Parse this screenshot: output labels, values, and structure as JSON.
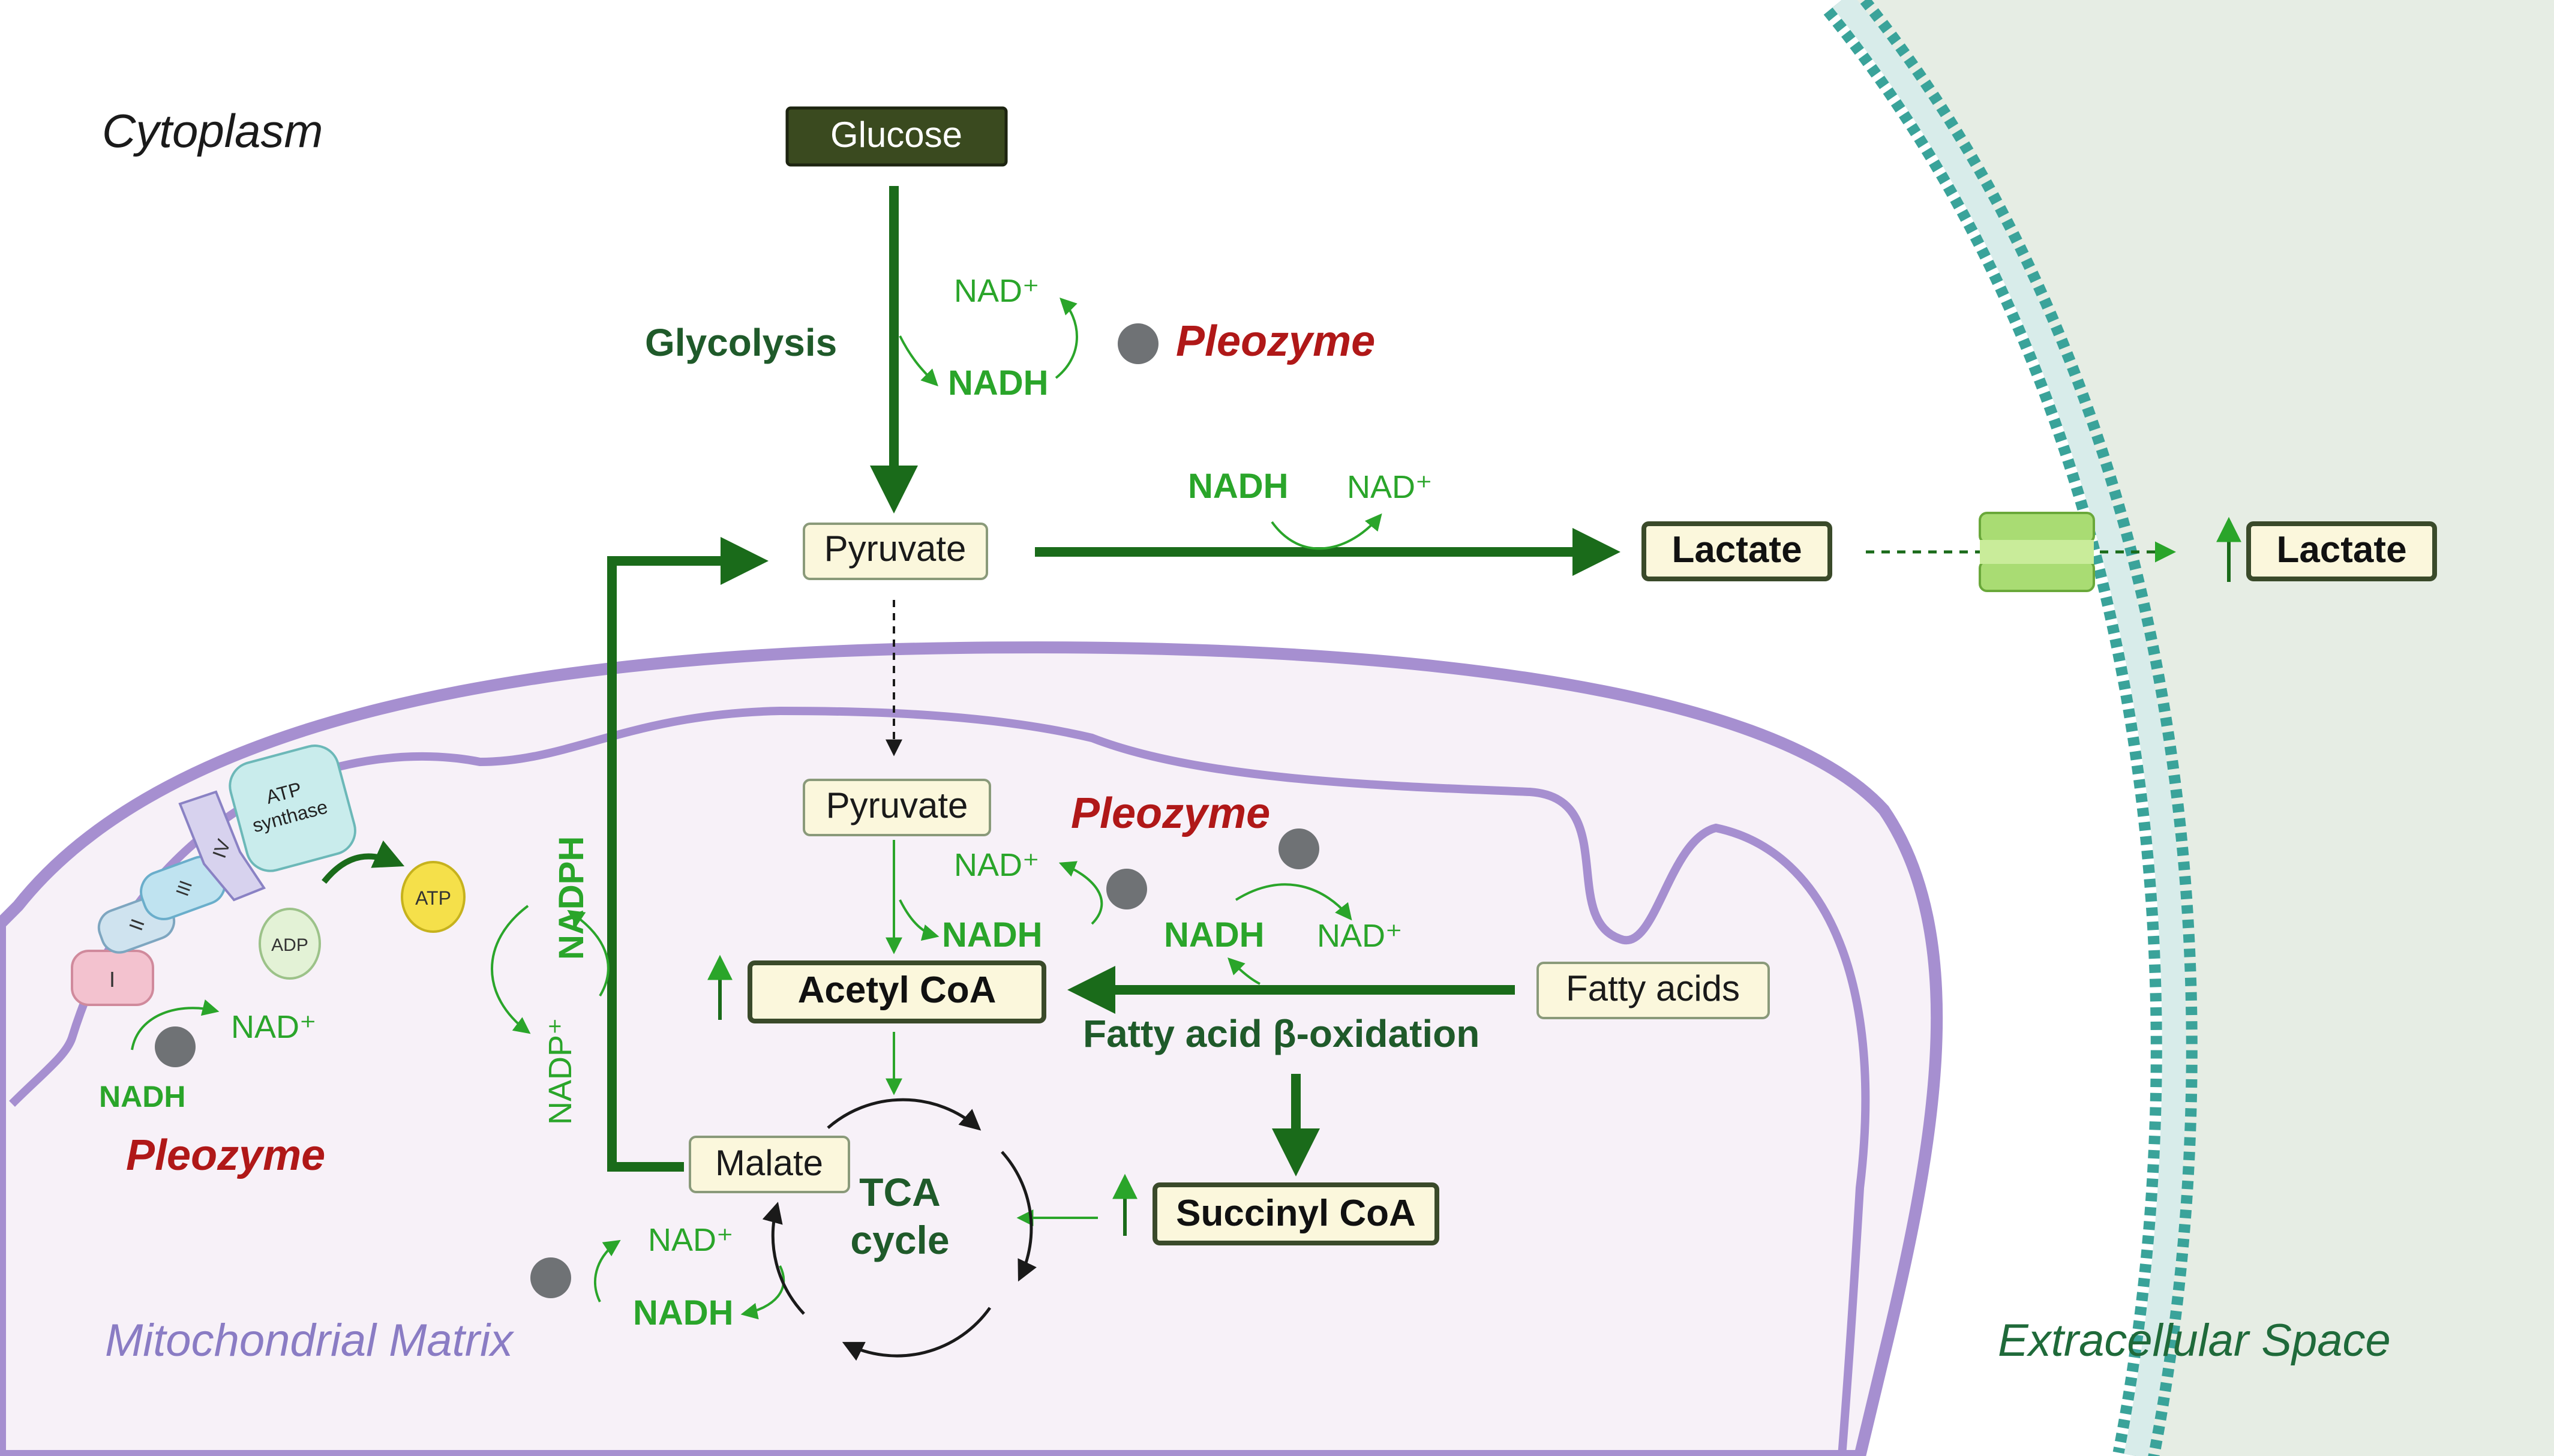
{
  "regions": {
    "cytoplasm": "Cytoplasm",
    "matrix": "Mitochondrial Matrix",
    "extracellular": "Extracellular Space"
  },
  "molecules": {
    "glucose": "Glucose",
    "pyruvate_cyto": "Pyruvate",
    "lactate_in": "Lactate",
    "lactate_out": "Lactate",
    "pyruvate_mito": "Pyruvate",
    "acetyl_coa": "Acetyl CoA",
    "fatty_acids": "Fatty acids",
    "malate": "Malate",
    "succinyl_coa": "Succinyl CoA"
  },
  "processes": {
    "glycolysis": "Glycolysis",
    "fao": "Fatty acid β-oxidation",
    "tca_line1": "TCA",
    "tca_line2": "cycle"
  },
  "pleozyme": {
    "top": "Pleozyme",
    "mito": "Pleozyme",
    "etc": "Pleozyme"
  },
  "cofactors": {
    "nad_plus": "NAD⁺",
    "nadh": "NADH",
    "nadp_plus": "NADP⁺",
    "nadph": "NADPH"
  },
  "etc": {
    "complex_1": "I",
    "complex_2": "II",
    "complex_3": "III",
    "complex_4": "IV",
    "atp_synthase_1": "ATP",
    "atp_synthase_2": "synthase",
    "adp": "ADP",
    "atp": "ATP"
  },
  "colors": {
    "dark_green": "#1a6b1a",
    "light_green": "#2aa52a",
    "pleozyme_red": "#b01818",
    "membrane_purple": "#a68fd0",
    "matrix_fill": "#f7f1f8",
    "extracellular_fill": "#e6ede4",
    "box_fill": "#fbf7dc",
    "glucose_fill": "#3a4a1f"
  }
}
